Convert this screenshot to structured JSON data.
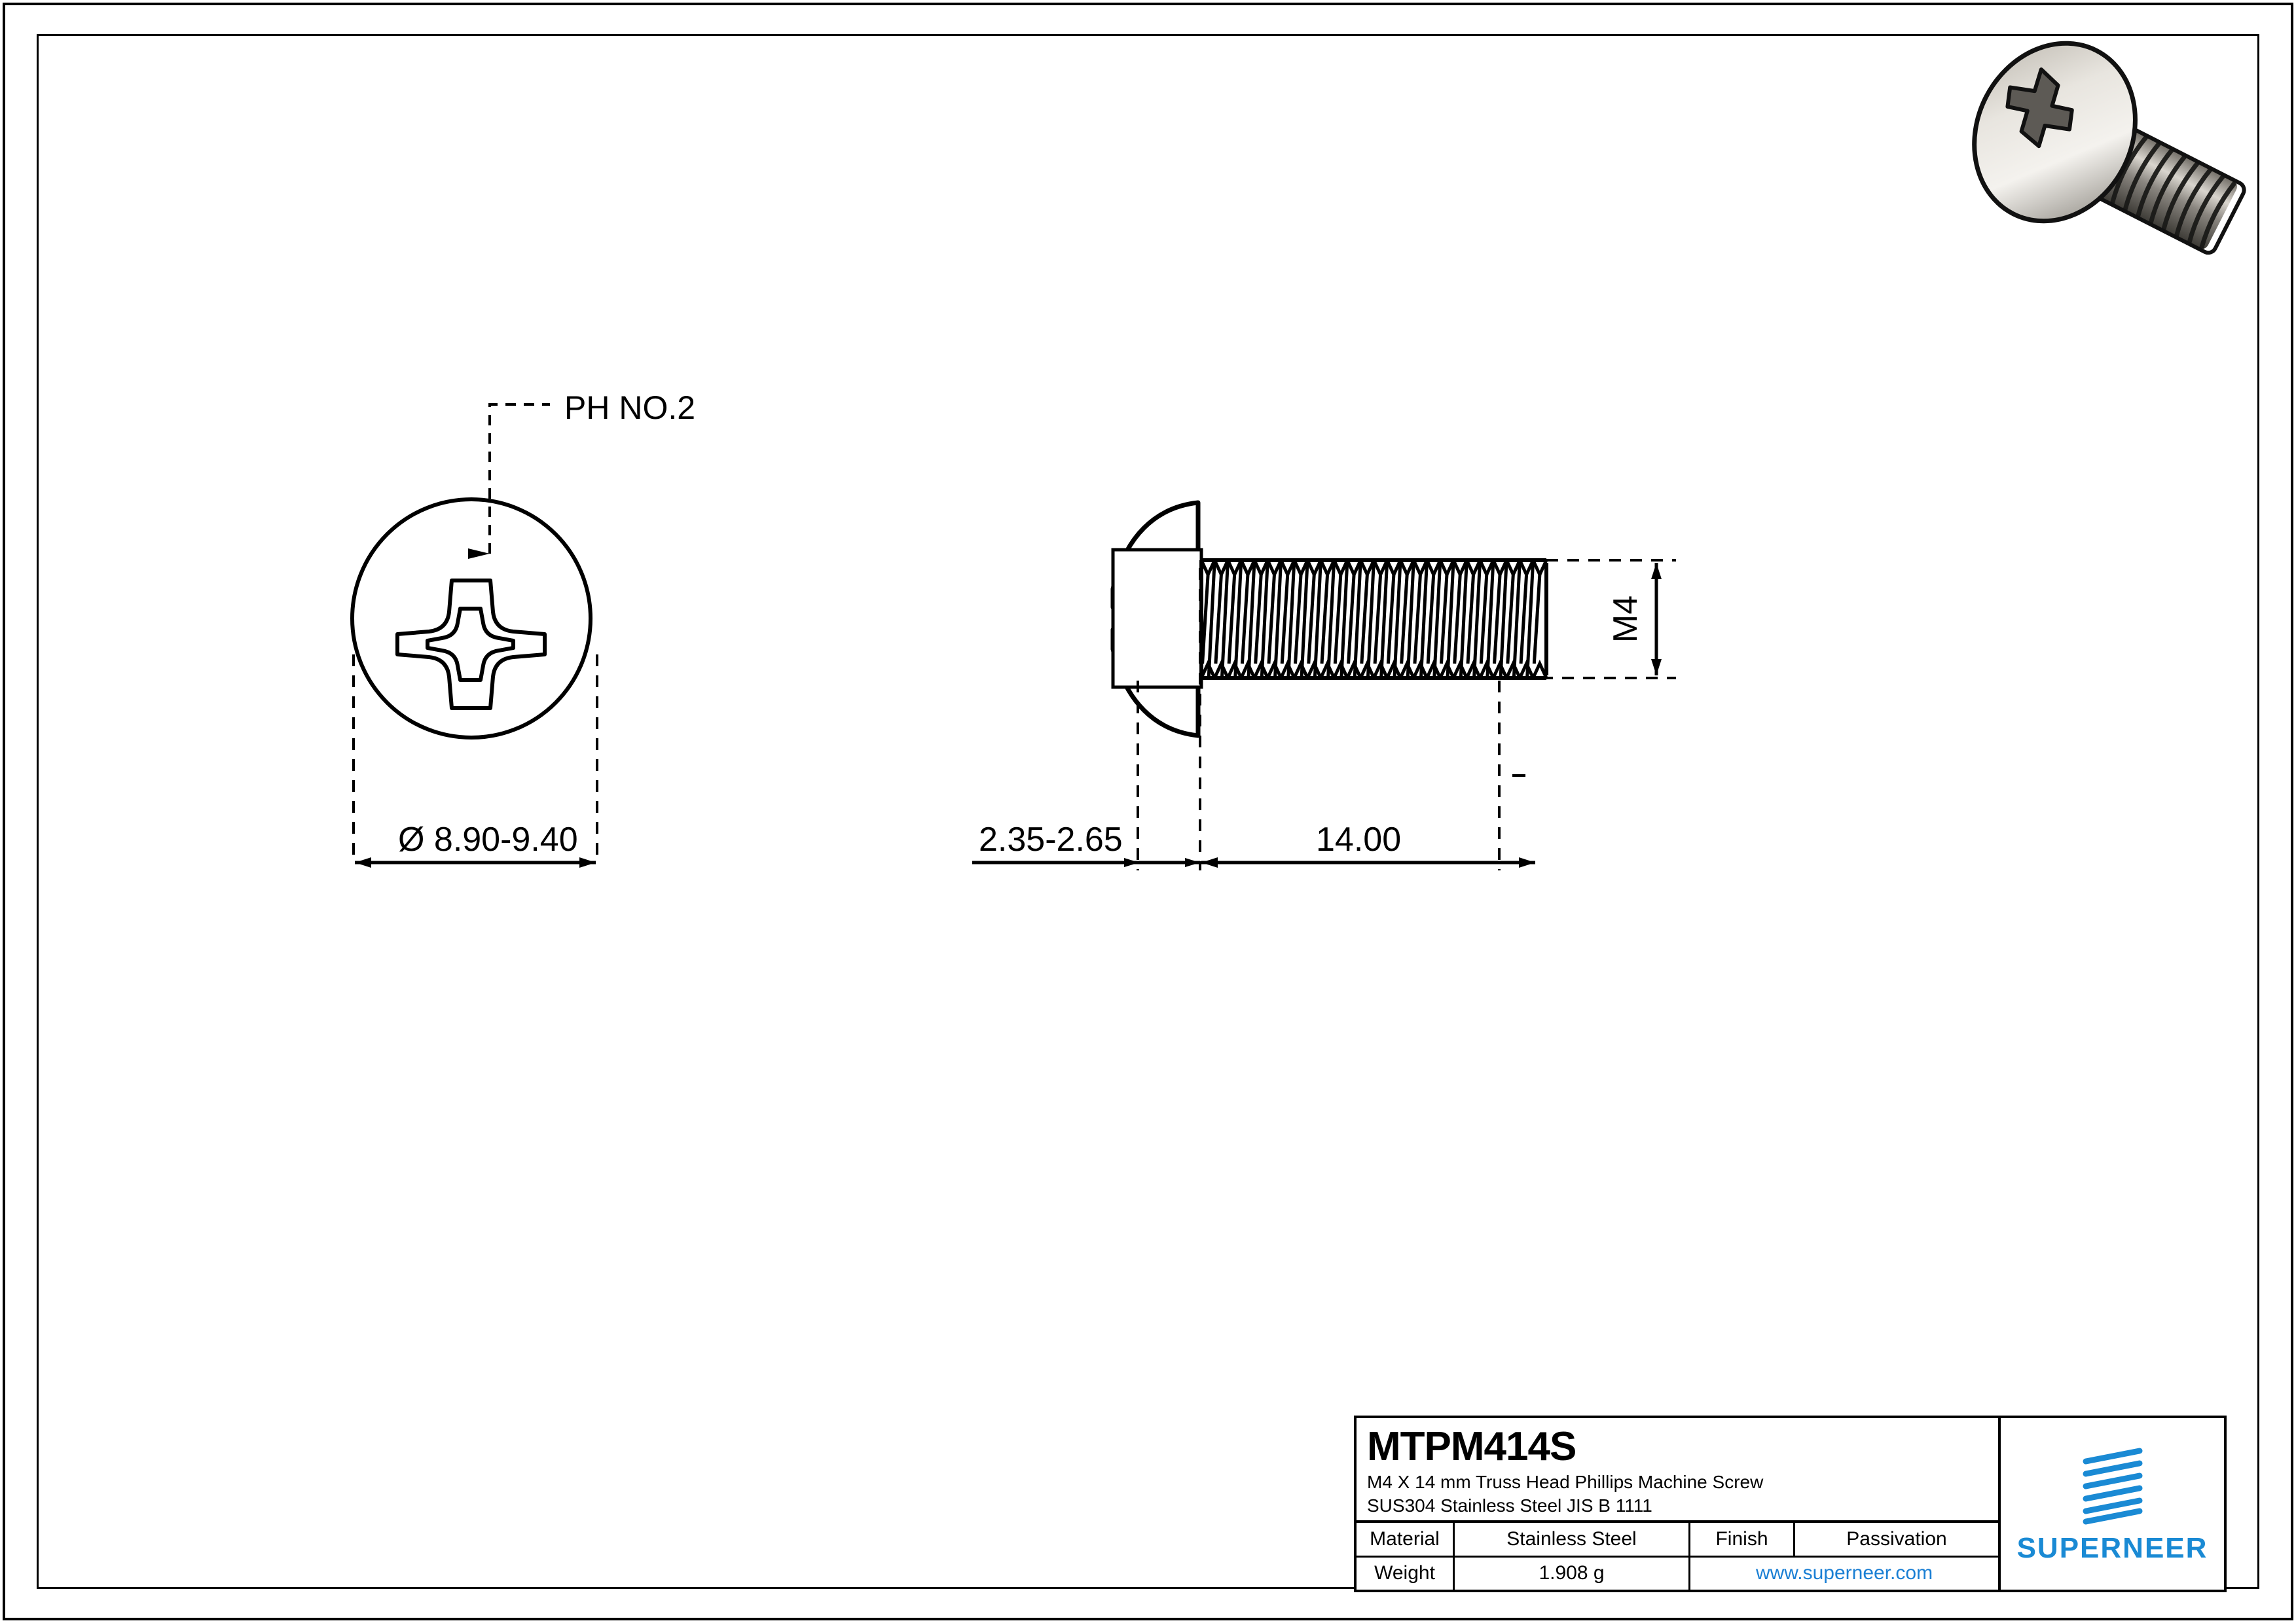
{
  "drawing": {
    "type": "engineering-drawing",
    "front_view": {
      "leader_label": "PH NO.2",
      "diameter_dimension": "Ø 8.90-9.40",
      "recess": "phillips-cross"
    },
    "side_view": {
      "thread_dimension": "M4",
      "head_height_dimension": "2.35-2.65",
      "length_dimension": "14.00",
      "head_type": "truss"
    }
  },
  "title_block": {
    "part_number": "MTPM414S",
    "description_line_1": "M4 X 14 mm  Truss Head Phillips Machine Screw",
    "description_line_2": "SUS304 Stainless Steel JIS B 1111",
    "rows": [
      {
        "label": "Material",
        "value": "Stainless Steel",
        "label2": "Finish",
        "value2": "Passivation"
      },
      {
        "label": "Weight",
        "value": "1.908 g",
        "link": "www.superneer.com"
      }
    ],
    "logo": {
      "brand": "SUPERNEER",
      "color": "#1a8ad4",
      "mark": "slanted-bars-icon"
    }
  },
  "colors": {
    "line": "#000000",
    "brand": "#1a8ad4",
    "link": "#1a7fd4",
    "metal_light": "#efece6",
    "metal_dark": "#8e8a82"
  }
}
